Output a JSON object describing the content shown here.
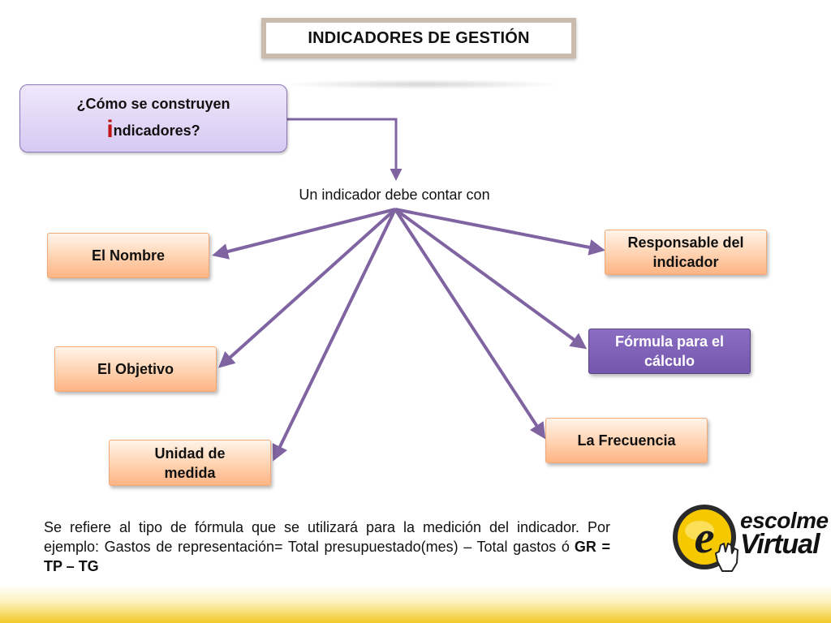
{
  "title": "INDICADORES DE GESTIÓN",
  "question": {
    "line1": "¿Cómo se construyen",
    "big_letter": "i",
    "line2_rest": "ndicadores?"
  },
  "connector_label": "Un indicador debe contar con",
  "nodes": {
    "nombre": "El Nombre",
    "objetivo": "El Objetivo",
    "unidad": "Unidad de medida",
    "responsable": "Responsable del indicador",
    "formula": "Fórmula para el cálculo",
    "frecuencia": "La Frecuencia"
  },
  "description": {
    "text": "Se refiere al tipo de fórmula que se utilizará para la medición del indicador.  Por ejemplo: Gastos de representación= Total presupuestado(mes) – Total gastos ó",
    "formula": "GR = TP – TG"
  },
  "logo": {
    "line1": "escolme",
    "line2": "Virtual",
    "mark_letter": "e"
  },
  "colors": {
    "arrow": "#8064a2",
    "highlight_node": "#7b5fb3",
    "node_fill": "#fdc79e",
    "question_fill": "#ddd0f4",
    "band": "#f3c92a",
    "logo_yellow": "#f6c800"
  }
}
